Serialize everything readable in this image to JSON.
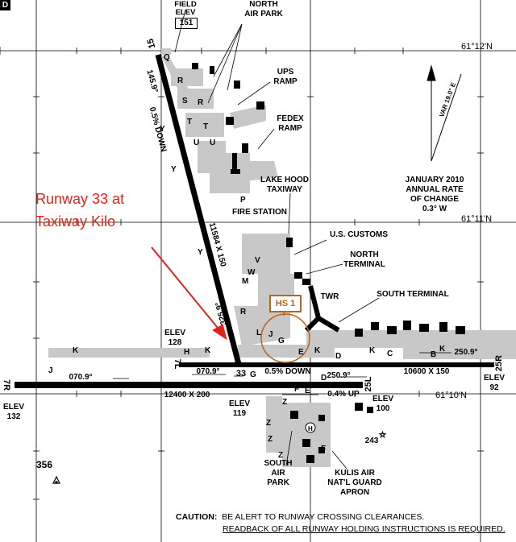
{
  "badge": "D",
  "annotation": {
    "text": "Runway 33 at\nTaxiway Kilo",
    "color": "#e2231a"
  },
  "hot_spot": {
    "label": "HS 1",
    "color": "#b5651d"
  },
  "coordinates": {
    "lat1": "61°12'N",
    "lat2": "61°11'N",
    "lat3": "61°10'N"
  },
  "field_elev": {
    "label": "FIELD\nELEV",
    "value": "151"
  },
  "places": {
    "north_air_park": "NORTH\nAIR PARK",
    "ups_ramp": "UPS\nRAMP",
    "fedex_ramp": "FEDEX\nRAMP",
    "lake_hood_taxiway": "LAKE HOOD\nTAXIWAY",
    "fire_station": "FIRE STATION",
    "us_customs": "U.S. CUSTOMS",
    "north_terminal": "NORTH\nTERMINAL",
    "twr": "TWR",
    "south_terminal": "SOUTH TERMINAL",
    "south_air_park": "SOUTH\nAIR\nPARK",
    "kulis": "KULIS AIR\nNAT'L GUARD\nAPRON"
  },
  "variation": {
    "rate_note": "JANUARY 2010\nANNUAL RATE\nOF CHANGE\n0.3° W",
    "var_label": "VAR 19.0° E"
  },
  "runways": {
    "r15_33": {
      "end_n": "15",
      "end_s": "33",
      "hdg_n": "145.9°",
      "hdg_s": "325.9°",
      "dims": "11584 X 150",
      "slope": "0.5% DOWN"
    },
    "r7l_25r": {
      "end_w": "7L",
      "end_e": "25R",
      "hdg_w": "070.9°",
      "hdg_e": "250.9°",
      "dims": "10600 X 150",
      "slope": "0.5% DOWN"
    },
    "r7r_25l": {
      "end_w": "7R",
      "end_e": "25L",
      "hdg_w": "070.9°",
      "hdg_e": "250.9°",
      "dims": "12400 X 200",
      "slope": "0.4% UP"
    }
  },
  "elevations": {
    "e128": "ELEV\n128",
    "e119": "ELEV\n119",
    "e92": "ELEV\n92",
    "e132": "ELEV\n132",
    "e100": "ELEV\n100"
  },
  "obstacles": {
    "o356": "356",
    "o243": "243"
  },
  "taxiways": [
    "Q",
    "R",
    "S",
    "T",
    "U",
    "Y",
    "Y",
    "R",
    "T",
    "U",
    "V",
    "W",
    "M",
    "R",
    "Y",
    "P",
    "L",
    "G",
    "J",
    "E",
    "D",
    "K",
    "C",
    "B",
    "H",
    "K",
    "K",
    "K",
    "K",
    "G",
    "F",
    "Z",
    "Z",
    "Z",
    "Z",
    "F",
    "J",
    "E",
    "D"
  ],
  "caution": {
    "lead": "CAUTION:",
    "line1": "BE ALERT TO RUNWAY CROSSING CLEARANCES.",
    "line2": "READBACK OF ALL RUNWAY HOLDING INSTRUCTIONS IS REQUIRED."
  },
  "colors": {
    "pavement": "#c8c8c8",
    "runway": "#000000",
    "grid": "#000000",
    "arrow": "#e2231a"
  }
}
